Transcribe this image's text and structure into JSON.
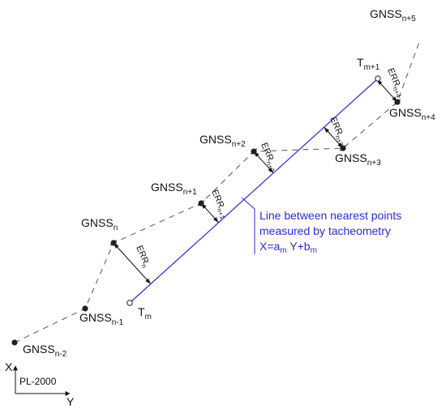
{
  "colors": {
    "tacheometry_line": "#2b2bd6",
    "points": "#222222",
    "gnss_track": "#555555",
    "text": "#111111"
  },
  "gnss_points": [
    {
      "base": "GNSS",
      "sub": "n-2"
    },
    {
      "base": "GNSS",
      "sub": "n-1"
    },
    {
      "base": "GNSS",
      "sub": "n"
    },
    {
      "base": "GNSS",
      "sub": "n+1"
    },
    {
      "base": "GNSS",
      "sub": "n+2"
    },
    {
      "base": "GNSS",
      "sub": "n+3"
    },
    {
      "base": "GNSS",
      "sub": "n+4"
    },
    {
      "base": "GNSS",
      "sub": "n+5"
    }
  ],
  "tacheometry_points": [
    {
      "base": "T",
      "sub": "m"
    },
    {
      "base": "T",
      "sub": "m+1"
    }
  ],
  "errors": [
    {
      "base": "ERR",
      "sub": "n"
    },
    {
      "base": "ERR",
      "sub": "n+1"
    },
    {
      "base": "ERR",
      "sub": "n+2"
    },
    {
      "base": "ERR",
      "sub": "n+3"
    },
    {
      "base": "ERR",
      "sub": "n+4"
    }
  ],
  "annotation": {
    "line1": "Line between nearest points",
    "line2": "measured by tacheometry",
    "eq_x": "X=a",
    "eq_sub_m1": "m",
    "eq_y": " Y+b",
    "eq_sub_m2": "m"
  },
  "axes": {
    "x_label": "X",
    "y_label": "Y",
    "system": "PL-2000"
  }
}
